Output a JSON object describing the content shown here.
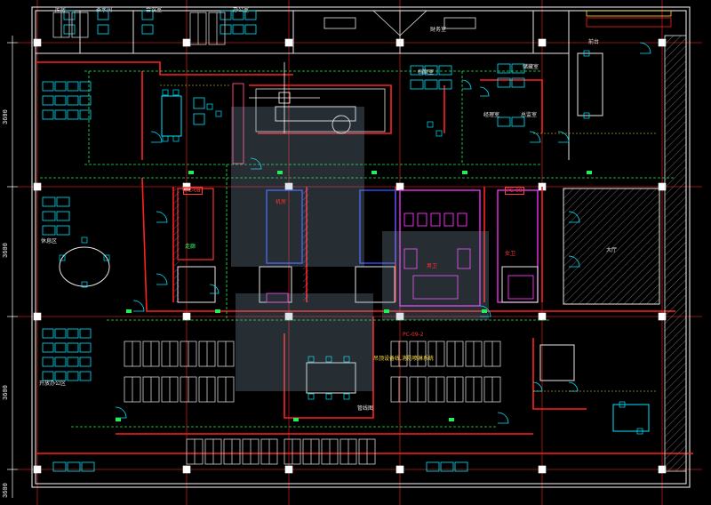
{
  "drawing": {
    "title": "",
    "colors": {
      "background": "#000000",
      "wall_red": "#ff2020",
      "wall_white": "#e6e6e6",
      "furniture_cyan": "#00e5ff",
      "grid_red": "#d81b1b",
      "magenta": "#ff33ff",
      "green": "#22ee55",
      "blue": "#3050ff",
      "yellow": "#ffe040",
      "hatch": "#b0b0b0",
      "watermark": "#8aa0b8"
    },
    "dimensions_left": [
      "3600",
      "3600",
      "3600",
      "3600"
    ],
    "labels": {
      "tag_a": "PC-08",
      "tag_b": "PC-09",
      "tag_c": "PC-09-2",
      "note_red": "吊顶设备线,消防喷淋系统",
      "note_small": "管线图",
      "store": "库房",
      "break": "茶水间",
      "meeting": "会议室",
      "office": "办公室",
      "finance": "财务室",
      "reception": "前台",
      "archive": "档案室",
      "storage_2": "储藏室",
      "server": "机房",
      "toilet_m": "男卫",
      "toilet_f": "女卫",
      "corridor": "走廊",
      "lounge": "休息区",
      "manager": "经理室",
      "director": "总监室",
      "hall": "大厅",
      "open_office": "开放办公区"
    }
  }
}
